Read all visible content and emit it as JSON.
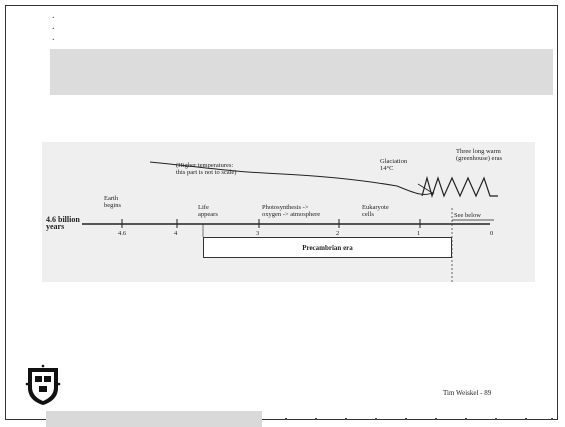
{
  "slide": {
    "top_bullets": ".\n.\n.",
    "credit": "Tim Weiskel - 89"
  },
  "figure": {
    "scale_label": "4.6 billion\nyears",
    "earth_begins": "Earth\nbegins",
    "life_appears": "Life\nappears",
    "photosynthesis": "Photosynthesis ->\noxygen -> atmosphere",
    "eukaryote": "Eukaryote\ncells",
    "higher_temps": "(Higher temperatures:\nthis part is not to scale)",
    "glaciation": "Glaciation\n14°C",
    "long_warm": "Three long warm\n(greenhouse) eras",
    "see_below": "See below",
    "ticks": [
      "4.6",
      "4",
      "3",
      "2",
      "1",
      "0"
    ],
    "era_box": "Precambrian era"
  },
  "colors": {
    "band": "#dcdcdc",
    "figure_bg": "#efefef"
  }
}
